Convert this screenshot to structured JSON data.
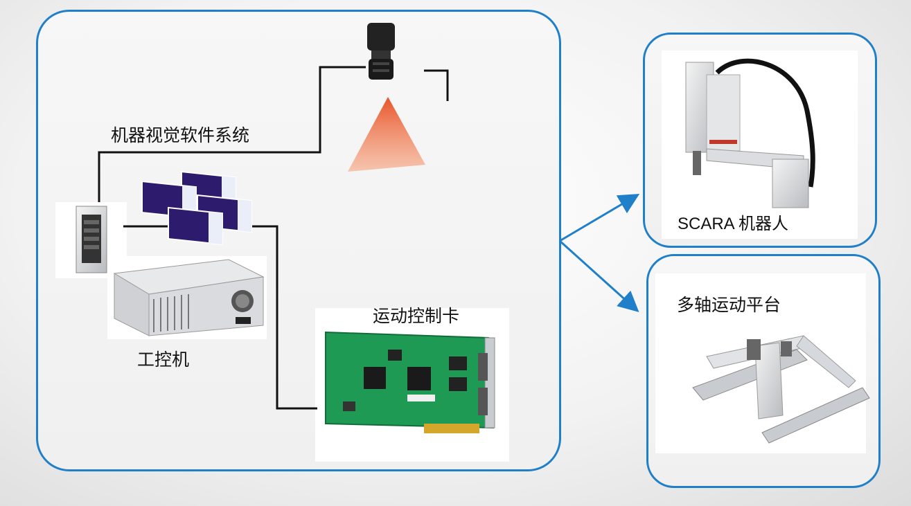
{
  "labels": {
    "vision_software": "机器视觉软件系统",
    "industrial_pc": "工控机",
    "motion_card": "运动控制卡",
    "scara_robot": "SCARA 机器人",
    "multi_axis_platform": "多轴运动平台"
  },
  "colors": {
    "panel_border": "#1f7fc9",
    "arrow": "#1f7fc9",
    "connector_line": "#111111",
    "light_cone": "#e8542a",
    "pcb_green": "#1e9a55"
  },
  "icons": [
    "camera-icon",
    "light-cone-icon",
    "monitor-tower-icon",
    "industrial-pc-icon",
    "software-screens-icon",
    "motion-card-icon",
    "scara-robot-icon",
    "gantry-platform-icon"
  ]
}
